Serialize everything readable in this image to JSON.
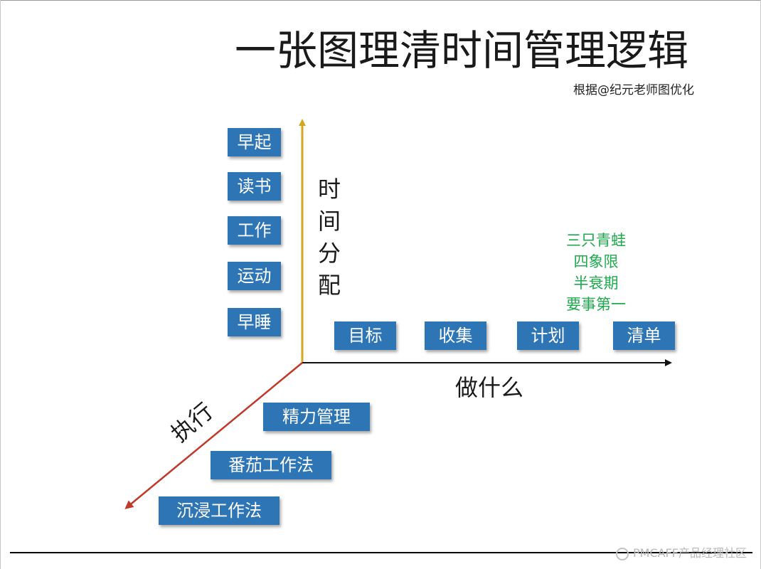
{
  "title": "一张图理清时间管理逻辑",
  "subtitle": "根据@纪元老师图优化",
  "vertical_axis": {
    "label_chars": [
      "时",
      "间",
      "分",
      "配"
    ],
    "color": "#d4a71f",
    "items": [
      "早起",
      "读书",
      "工作",
      "运动",
      "早睡"
    ]
  },
  "horizontal_axis": {
    "label": "做什么",
    "color": "#111111",
    "items": [
      "目标",
      "收集",
      "计划",
      "清单"
    ],
    "methods": [
      "三只青蛙",
      "四象限",
      "半衰期",
      "要事第一"
    ]
  },
  "diagonal_axis": {
    "label": "执行",
    "color": "#c0392b",
    "items": [
      "精力管理",
      "番茄工作法",
      "沉浸工作法"
    ]
  },
  "colors": {
    "box_fill": "#2e75b6",
    "box_text": "#ffffff",
    "methods_text": "#1eaa4d"
  },
  "watermark": "PMCAFF产品经理社区"
}
